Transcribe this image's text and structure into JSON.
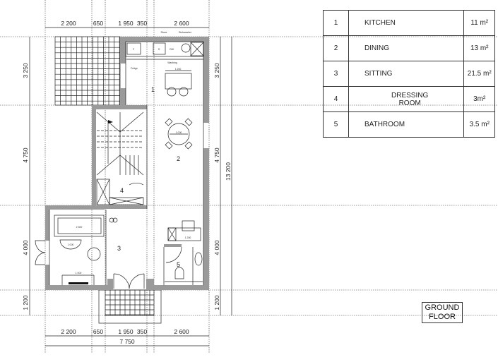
{
  "plan": {
    "top_dims": [
      "2 200",
      "650",
      "1 950",
      "350",
      "2 600"
    ],
    "bottom_dims": [
      "2 200",
      "650",
      "1 950",
      "350",
      "2 600"
    ],
    "total_width": "7 750",
    "left_dims": [
      "3 250",
      "4 750",
      "4 000",
      "1 200"
    ],
    "right_dims": [
      "3 250",
      "4 750",
      "4 000",
      "1 200"
    ],
    "total_height": "13 200",
    "room_numbers": [
      "1",
      "2",
      "3",
      "4",
      "5"
    ],
    "kitchen_labels": {
      "stove": "Stove",
      "dishwasher": "Dishwasher",
      "fridge": "Fridge",
      "washing": "Washing",
      "dw": "DW",
      "f": "F",
      "s": "S"
    },
    "furniture_dims": {
      "kitchen_table": "1 200",
      "dining_table": "1 000",
      "sofa": "2 300",
      "coffee_table": "1 000",
      "tv_unit": "1 000",
      "desk": "1 200"
    }
  },
  "room_table": {
    "rows": [
      {
        "no": "1",
        "name": "KITCHEN",
        "area": "11 m²"
      },
      {
        "no": "2",
        "name": "DINING",
        "area": "13 m²"
      },
      {
        "no": "3",
        "name": "SITTING",
        "area": "21.5 m²"
      },
      {
        "no": "4",
        "name": "DRESSING ROOM",
        "area": "3m²"
      },
      {
        "no": "5",
        "name": "BATHROOM",
        "area": "3.5 m²"
      }
    ]
  },
  "title_label": {
    "line1": "GROUND",
    "line2": "FLOOR"
  }
}
